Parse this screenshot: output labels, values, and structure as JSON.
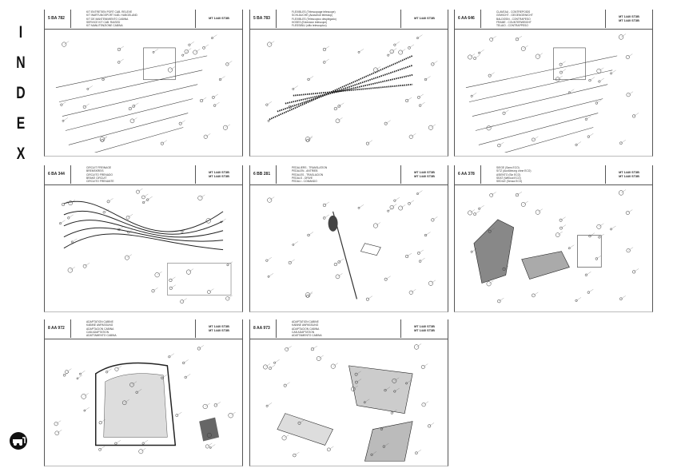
{
  "index": {
    "letters": [
      "I",
      "N",
      "D",
      "E",
      "X"
    ]
  },
  "panels": [
    {
      "code": "5 BA 782",
      "desc": [
        "KIT ENTRETIEN PORT CAB. RELEVE",
        "KIT WARTUNGSPORT KAB. HUBGELAND",
        "KIT DE MANTENIMIENTO CABINA",
        "SERVICE KIT CAB. RAISED",
        "KIT MANUTENZIONE CABINA"
      ],
      "refs": [
        "MT 1440 ST3B"
      ],
      "art": "frame"
    },
    {
      "code": "5 BA 783",
      "desc": [
        "FLEXIBLES (Télescopage télescope)",
        "SCHLÄUCHE (Ausschub teleskop)",
        "FLEXIBLES (Telescopico desplegado)",
        "HOSES (Extension telescope)",
        "FLESSIBILI (sfilo telescopico)"
      ],
      "refs": [
        "MT 1440 ST3B"
      ],
      "art": "hoses"
    },
    {
      "code": "6 AA 646",
      "desc": [
        "CLAVEAU - CONTREPOIDS",
        "GEWICHT - GEGENGEWICHT",
        "BALDOSIN - CONTRAPESO",
        "FRAME - COUNTERWEIGHT",
        "TELAIO - CONTRAPPESO"
      ],
      "refs": [
        "MT 1440 ST3B",
        "MT 1440 ST3B"
      ],
      "art": "boom"
    },
    {
      "code": "6 BA 344",
      "desc": [
        "CIRCUIT FREINAGE",
        "BREMSKREIS",
        "CIRCUITO FRENADO",
        "BRAKE CIRCUIT",
        "CIRCUITO FRENANTE"
      ],
      "refs": [
        "MT 1440 ST3B",
        "MT 1440 ST3B"
      ],
      "art": "circuit"
    },
    {
      "code": "6 BB 281",
      "desc": [
        "PEDALIERS - TRANSLATION",
        "PEDALEN - ANTRIEB",
        "PEDALES - TRASLACION",
        "PEDALS - DRIVE",
        "PEDALI - COMANDO"
      ],
      "refs": [
        "MT 1440 ST3B",
        "MT 1440 ST3B"
      ],
      "art": "pedal"
    },
    {
      "code": "6 AA 378",
      "desc": [
        "SIEGE (Sans ECO)",
        "SITZ (Ausführung ohne ECO)",
        "ASIENTO (Sin ECO)",
        "SEAT (Without ECO)",
        "SEDILE (Senza ECO)"
      ],
      "refs": [
        "MT 1440 ST3B",
        "MT 1440 ST3B"
      ],
      "art": "seat"
    },
    {
      "code": "8 AA 972",
      "desc": [
        "ADAPTATION CABINE",
        "KABINE ANPASSUNG",
        "ADAPTACION CABINA",
        "CAB ADAPTATION",
        "ADATTAMENTO CABINA"
      ],
      "refs": [
        "MT 1440 ST3B",
        "MT 1440 ST3B"
      ],
      "art": "cab"
    },
    {
      "code": "8 AA 973",
      "desc": [
        "ADAPTATION CABINE",
        "KABINE ANPASSUNG",
        "ADAPTACION CABINA",
        "CAB ADAPTATION",
        "ADATTAMENTO CABINA"
      ],
      "refs": [
        "MT 1440 ST3B",
        "MT 1440 ST3B"
      ],
      "art": "dash"
    }
  ]
}
